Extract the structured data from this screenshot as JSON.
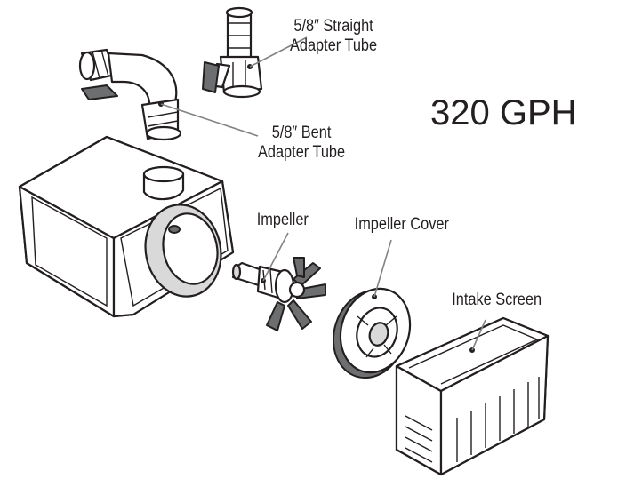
{
  "title": "320 GPH",
  "callouts": {
    "straight_adapter": {
      "line1": "5/8″ Straight",
      "line2": "Adapter Tube"
    },
    "bent_adapter": {
      "line1": "5/8″ Bent",
      "line2": "Adapter Tube"
    },
    "impeller": "Impeller",
    "impeller_cover": "Impeller Cover",
    "intake_screen": "Intake Screen"
  },
  "colors": {
    "line": "#231f20",
    "leader": "#808285",
    "shade": "#d9d9d9"
  }
}
